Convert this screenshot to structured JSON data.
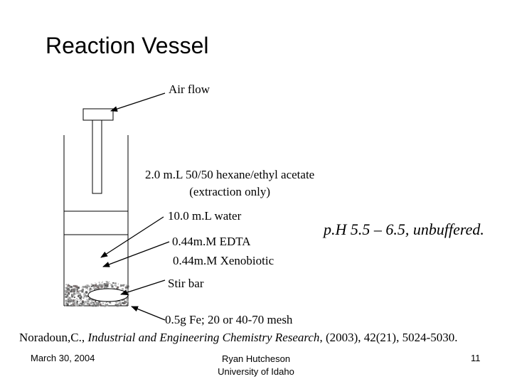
{
  "slide": {
    "title": "Reaction Vessel",
    "labels": {
      "air_flow": "Air flow",
      "solvent_line1": "2.0 m.L 50/50 hexane/ethyl acetate",
      "solvent_line2": "(extraction only)",
      "water": "10.0 m.L water",
      "edta": "0.44m.M EDTA",
      "xenobiotic": "0.44m.M Xenobiotic",
      "ph": "p.H 5.5 – 6.5, unbuffered.",
      "stir_bar": "Stir bar",
      "iron": "0.5g Fe; 20  or 40-70  mesh"
    },
    "citation": {
      "authors": "Noradoun,C., ",
      "journal": "Industrial and Engineering Chemistry Research",
      "details": ", (2003),  42(21),  5024-5030."
    },
    "footer": {
      "date": "March 30, 2004",
      "author_line1": "Ryan Hutcheson",
      "author_line2": "University of Idaho",
      "page": "11"
    }
  },
  "colors": {
    "background": "#ffffff",
    "lines": "#000000",
    "iron_particles": "#8a8a8a"
  }
}
